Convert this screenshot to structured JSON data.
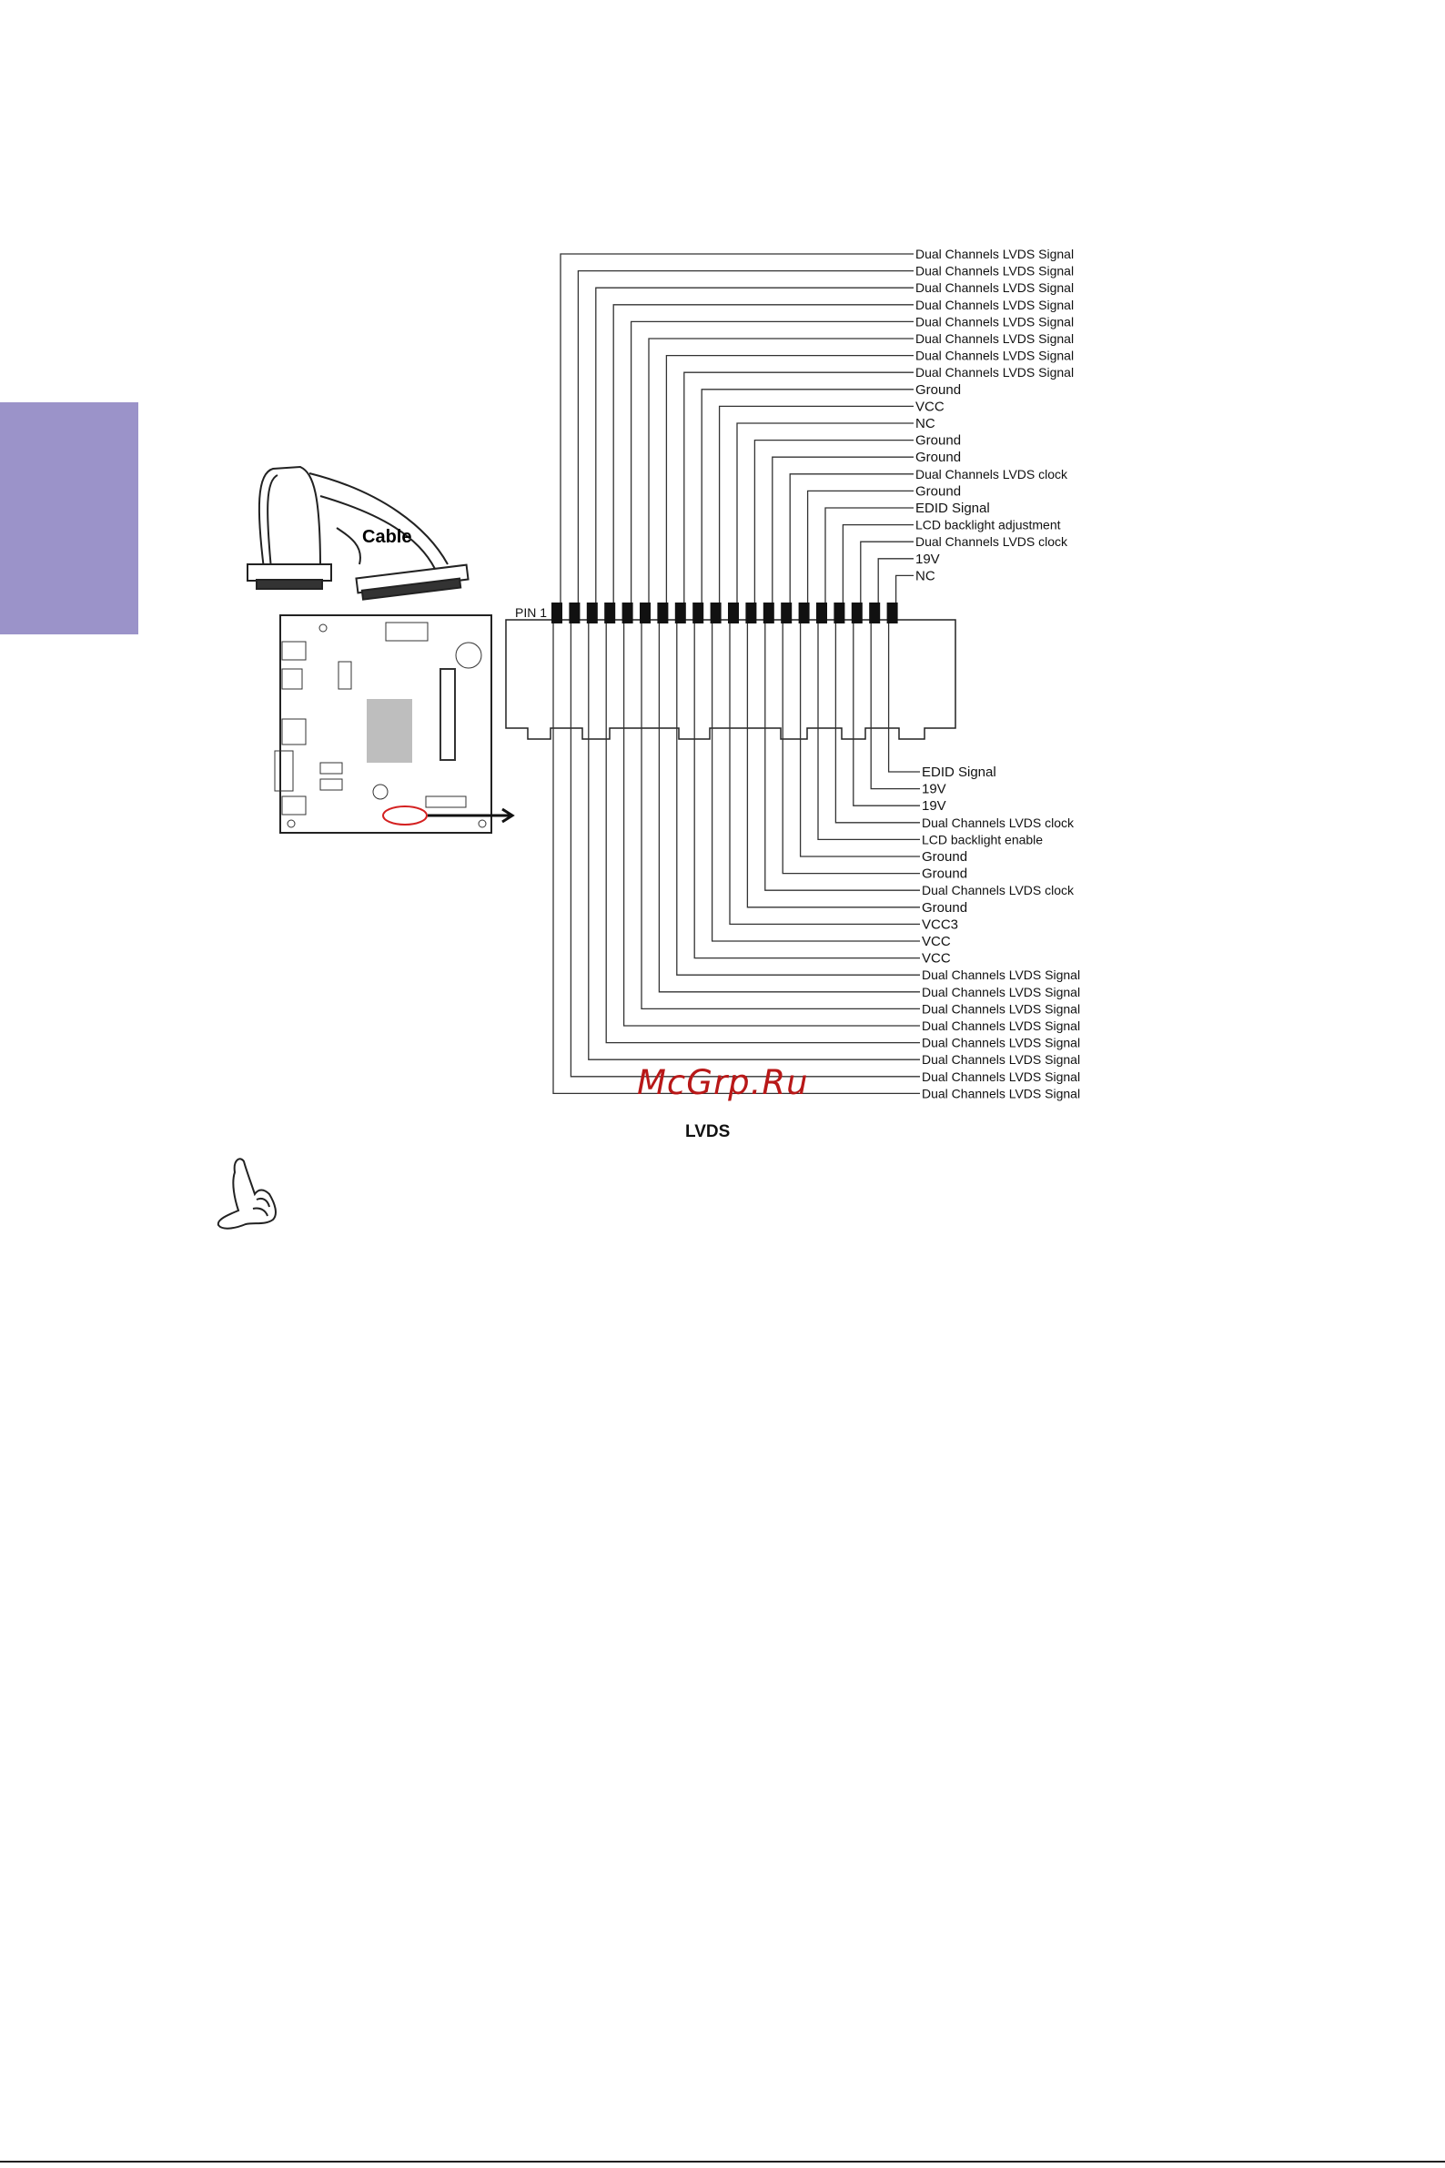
{
  "diagram": {
    "caption": "LVDS",
    "pin1_label": "PIN 1",
    "cable_label": "Cable",
    "watermark": "McGrp.Ru",
    "top_row_labels": [
      "Dual Channels LVDS Signal",
      "Dual Channels LVDS Signal",
      "Dual Channels LVDS Signal",
      "Dual Channels LVDS Signal",
      "Dual Channels LVDS Signal",
      "Dual Channels LVDS Signal",
      "Dual Channels LVDS Signal",
      "Dual Channels LVDS Signal",
      "Ground",
      "VCC",
      "NC",
      "Ground",
      "Ground",
      "Dual Channels LVDS clock",
      "Ground",
      "EDID Signal",
      "LCD backlight adjustment",
      "Dual Channels LVDS clock",
      "19V",
      "NC"
    ],
    "bottom_row_labels": [
      "EDID Signal",
      "19V",
      "19V",
      "Dual Channels LVDS clock",
      "LCD backlight enable",
      "Ground",
      "Ground",
      "Dual Channels LVDS clock",
      "Ground",
      "VCC3",
      "VCC",
      "VCC",
      "Dual Channels LVDS Signal",
      "Dual Channels LVDS Signal",
      "Dual Channels LVDS Signal",
      "Dual Channels LVDS Signal",
      "Dual Channels LVDS Signal",
      "Dual Channels LVDS Signal",
      "Dual Channels LVDS Signal",
      "Dual Channels LVDS Signal"
    ],
    "colors": {
      "side_tab": "#9b93c9",
      "watermark": "#b81818",
      "highlight_circle": "#d42020"
    }
  }
}
